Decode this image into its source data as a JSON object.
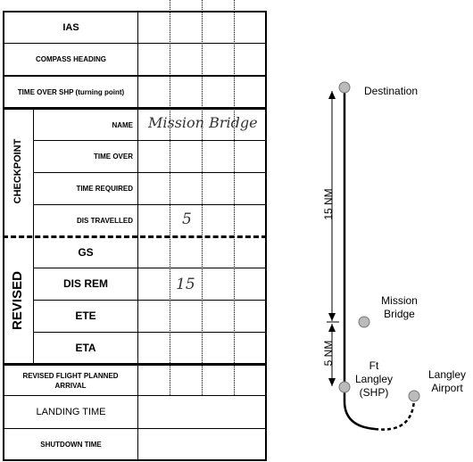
{
  "form": {
    "rows": {
      "ias": "IAS",
      "compass_heading": "COMPASS HEADING",
      "time_over_shp": "TIME OVER SHP (turning point)",
      "name": "NAME",
      "time_over": "TIME OVER",
      "time_required": "TIME REQUIRED",
      "dis_travelled": "DIS TRAVELLED",
      "gs": "GS",
      "dis_rem": "DIS REM",
      "ete": "ETE",
      "eta": "ETA",
      "revised_flight_planned_arrival": "REVISED FLIGHT PLANNED ARRIVAL",
      "landing_time": "LANDING TIME",
      "shutdown_time": "SHUTDOWN TIME"
    },
    "section_labels": {
      "checkpoint": "CHECKPOINT",
      "revised": "REVISED"
    },
    "entries": {
      "checkpoint_name": "Mission Bridge",
      "dis_travelled": "5",
      "dis_rem": "15"
    }
  },
  "diagram": {
    "destination": "Destination",
    "mission_bridge": "Mission Bridge",
    "ft_langley": "Ft Langley (SHP)",
    "langley_airport": "Langley Airport",
    "distance_upper": "15 NM",
    "distance_lower": "5 NM"
  }
}
